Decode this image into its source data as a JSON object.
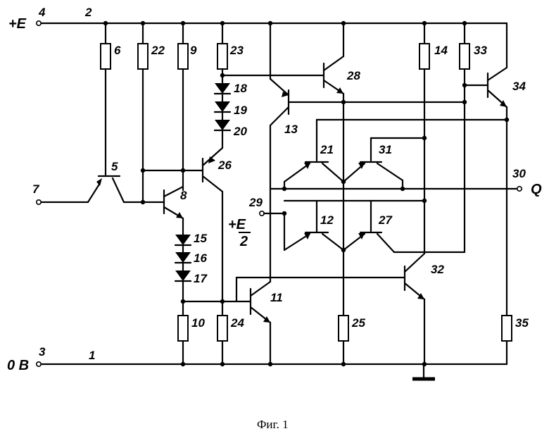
{
  "caption": "Фиг. 1",
  "supply_label": "+E",
  "ground_label": "0 B",
  "output_label": "Q",
  "half_supply_top": "+E",
  "half_supply_bottom": "2",
  "refs": {
    "n1": "1",
    "n2": "2",
    "n3": "3",
    "n4": "4",
    "n5": "5",
    "n6": "6",
    "n7": "7",
    "n8": "8",
    "n9": "9",
    "n10": "10",
    "n11": "11",
    "n12": "12",
    "n13": "13",
    "n14": "14",
    "n15": "15",
    "n16": "16",
    "n17": "17",
    "n18": "18",
    "n19": "19",
    "n20": "20",
    "n21": "21",
    "n22": "22",
    "n23": "23",
    "n24": "24",
    "n25": "25",
    "n26": "26",
    "n27": "27",
    "n28": "28",
    "n29": "29",
    "n30": "30",
    "n31": "31",
    "n32": "32",
    "n33": "33",
    "n34": "34",
    "n35": "35"
  }
}
